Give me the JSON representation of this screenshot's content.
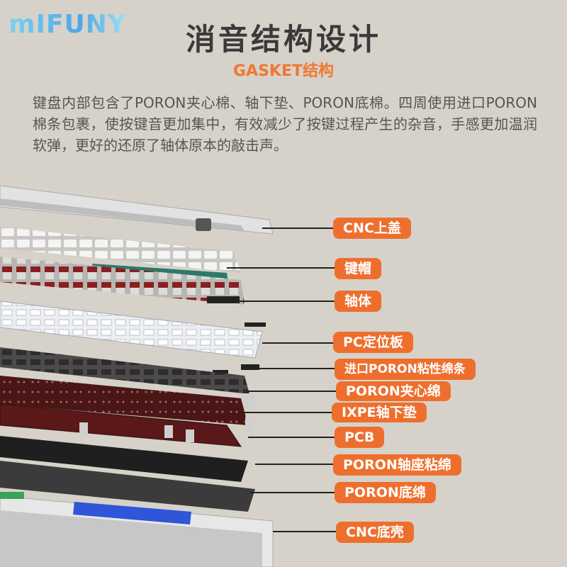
{
  "brand": {
    "logo_text": "mIFUNY"
  },
  "header": {
    "title": "消音结构设计",
    "subtitle": "GASKET结构"
  },
  "description": "键盘内部包含了PORON夹心棉、轴下垫、PORON底棉。四周使用进口PORON棉条包裹，使按键音更加集中，有效减少了按键过程产生的杂音，手感更加温润软弹，更好的还原了轴体原本的敲击声。",
  "colors": {
    "background": "#d6d2ca",
    "accent": "#ee6f2d",
    "title": "#3a3a3a"
  },
  "layers": [
    {
      "label": "CNC上盖"
    },
    {
      "label": "键帽"
    },
    {
      "label": "轴体"
    },
    {
      "label": "PC定位板"
    },
    {
      "label": "进口PORON粘性绵条"
    },
    {
      "label": "PORON夹心绵"
    },
    {
      "label": "IXPE轴下垫"
    },
    {
      "label": "PCB"
    },
    {
      "label": "PORON轴座粘绵"
    },
    {
      "label": "PORON底绵"
    },
    {
      "label": "CNC底壳"
    }
  ]
}
